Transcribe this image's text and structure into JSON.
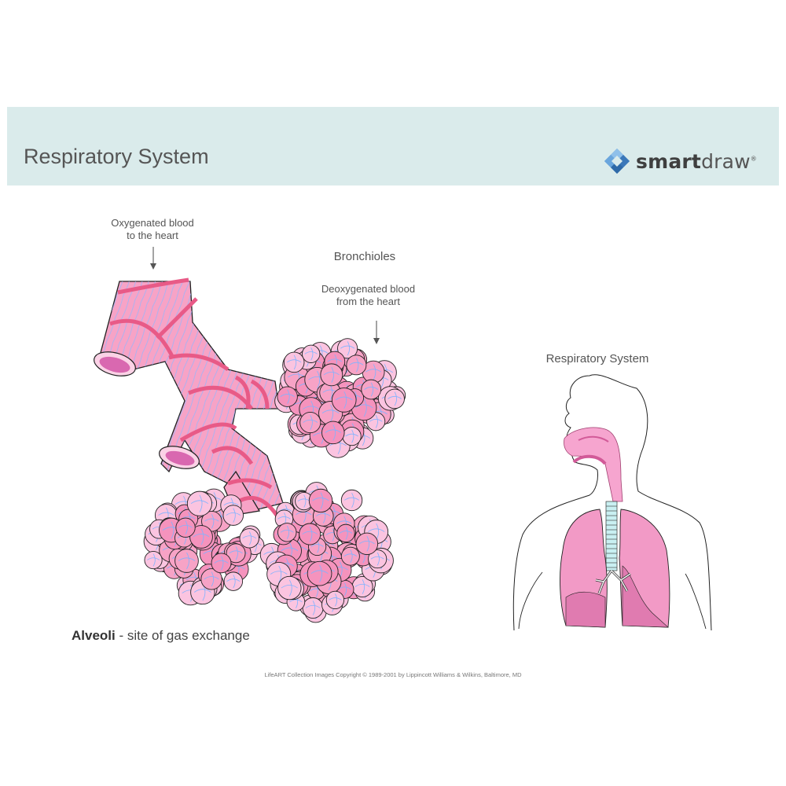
{
  "header": {
    "title": "Respiratory System",
    "logo": {
      "icon": "smartdraw-diamond-icon",
      "text_bold": "smart",
      "text_light": "draw",
      "registered": "®"
    },
    "background_color": "#daebeb"
  },
  "labels": {
    "oxygenated": [
      "Oxygenated blood",
      "to the heart"
    ],
    "bronchioles": "Bronchioles",
    "deoxygenated": [
      "Deoxygenated blood",
      "from the heart"
    ],
    "figure_title": "Respiratory System"
  },
  "caption": {
    "bold": "Alveoli",
    "rest": " - site of gas exchange"
  },
  "copyright": "LifeART Collection Images Copyright © 1989-2001 by Lippincott Williams & Wilkins, Baltimore, MD",
  "colors": {
    "tissue_pink": "#f7a3c6",
    "tissue_light": "#fbc4e0",
    "band_red": "#e85a87",
    "vein_blue": "#7fb3ff",
    "lung_pink": "#f29ac6",
    "lung_dark": "#e07bb0",
    "trachea_blue": "#c9f0f2"
  }
}
